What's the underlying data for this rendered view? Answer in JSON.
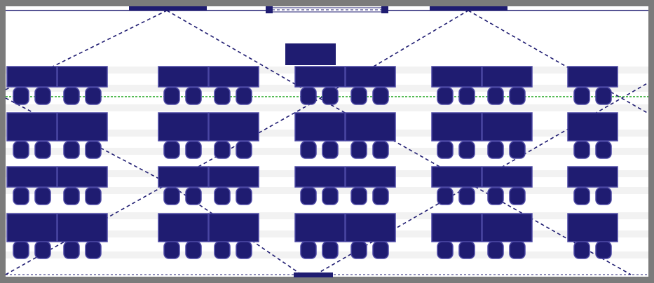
{
  "room": {
    "wall_color": "#7b7b7b",
    "floor_color": "#ffffff",
    "stripe_color": "#f2f2f2",
    "furniture_color": "#1f1c71",
    "furniture_edge_color": "#4a46a3",
    "guide_line_color": "#1f1c71",
    "center_line_color": "#1ea51e"
  },
  "layout": {
    "table_rows": 4,
    "table_columns": 5,
    "seats_per_table_row": 18,
    "podium": true
  }
}
